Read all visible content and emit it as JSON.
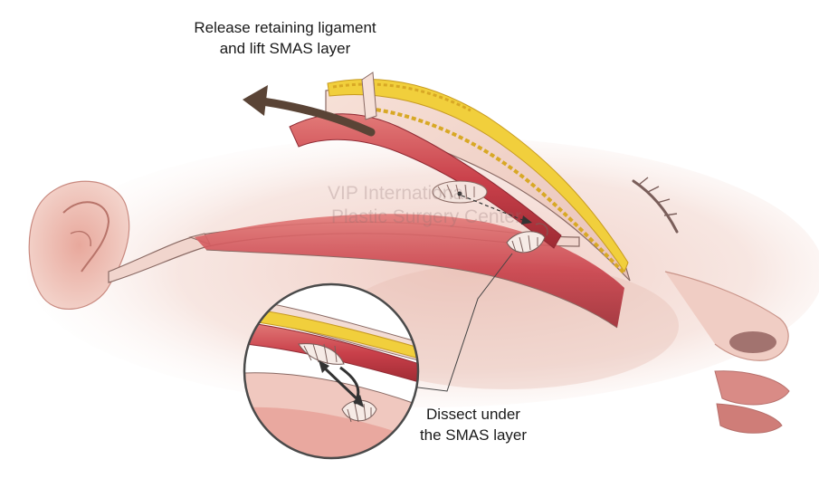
{
  "captions": {
    "top_line1": "Release retaining ligament",
    "top_line2": "and lift SMAS layer",
    "bottom_line1": "Dissect under",
    "bottom_line2": "the SMAS layer"
  },
  "watermark": {
    "line1": "VIP International",
    "line2": "Plastic Surgery Center"
  },
  "colors": {
    "skin": "#f2d6cf",
    "skin_shadow": "#d9aea3",
    "muscle": "#c9404a",
    "muscle_dark": "#a52a35",
    "fat": "#f1cf3c",
    "fat_dark": "#d8a825",
    "arrow": "#5a4436",
    "outline": "#3a3a3a"
  }
}
